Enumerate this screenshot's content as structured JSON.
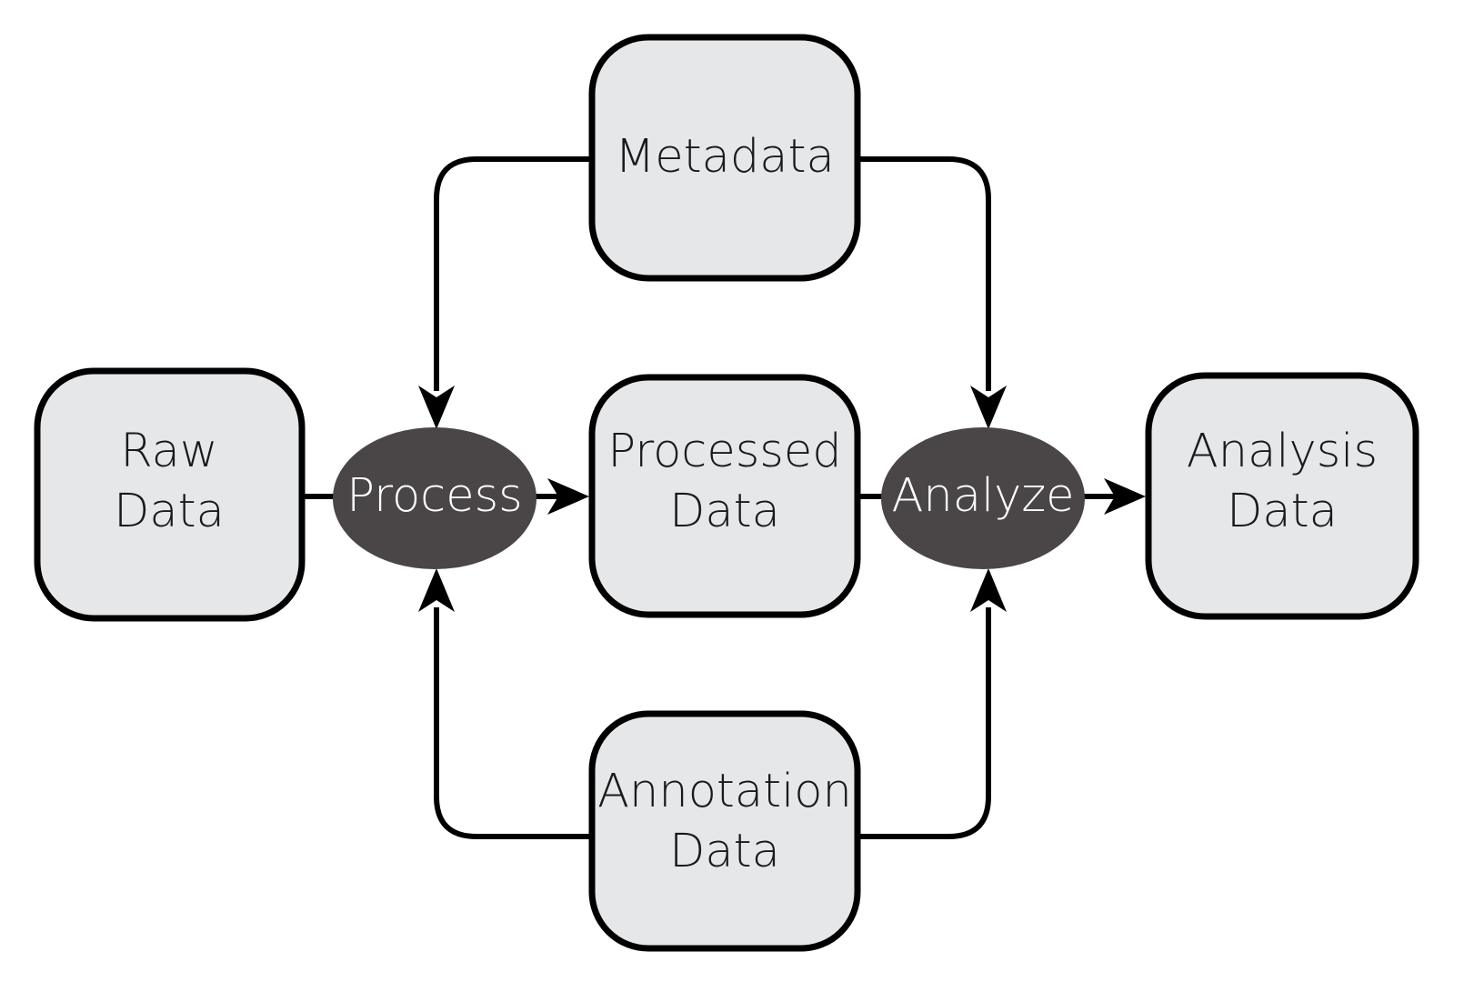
{
  "diagram": {
    "type": "flowchart",
    "orientation": "left-to-right",
    "background_color": "#ffffff",
    "box_fill_color": "#e6e7e8",
    "box_stroke_color": "#000000",
    "ellipse_fill_color": "#4a4547",
    "ellipse_text_color": "#ffffff",
    "box_text_color": "#1a1a1a",
    "edge_color": "#000000"
  },
  "nodes": {
    "raw_data": {
      "label_line1": "Raw",
      "label_line2": "Data",
      "shape": "rounded-rect",
      "role": "data"
    },
    "process": {
      "label": "Process",
      "shape": "ellipse",
      "role": "operation"
    },
    "processed_data": {
      "label_line1": "Processed",
      "label_line2": "Data",
      "shape": "rounded-rect",
      "role": "data"
    },
    "analyze": {
      "label": "Analyze",
      "shape": "ellipse",
      "role": "operation"
    },
    "analysis_data": {
      "label_line1": "Analysis",
      "label_line2": "Data",
      "shape": "rounded-rect",
      "role": "data"
    },
    "metadata": {
      "label": "Metadata",
      "shape": "rounded-rect",
      "role": "data"
    },
    "annotation_data": {
      "label_line1": "Annotation",
      "label_line2": "Data",
      "shape": "rounded-rect",
      "role": "data"
    }
  },
  "edges": [
    {
      "from": "raw_data",
      "to": "process",
      "arrowhead": false
    },
    {
      "from": "process",
      "to": "processed_data",
      "arrowhead": true
    },
    {
      "from": "processed_data",
      "to": "analyze",
      "arrowhead": false
    },
    {
      "from": "analyze",
      "to": "analysis_data",
      "arrowhead": true
    },
    {
      "from": "metadata",
      "to": "process",
      "arrowhead": true
    },
    {
      "from": "metadata",
      "to": "analyze",
      "arrowhead": true
    },
    {
      "from": "annotation_data",
      "to": "process",
      "arrowhead": true
    },
    {
      "from": "annotation_data",
      "to": "analyze",
      "arrowhead": true
    }
  ]
}
